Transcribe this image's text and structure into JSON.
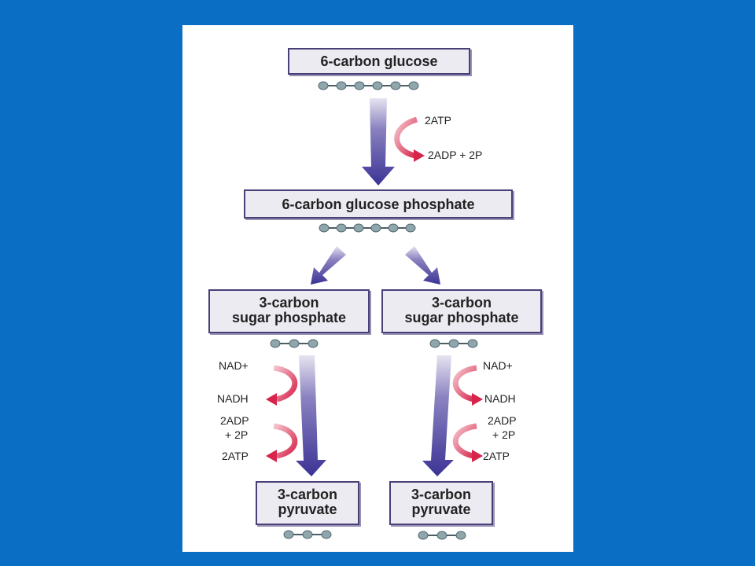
{
  "boxes": {
    "glucose": "6-carbon glucose",
    "glucose_phosphate": "6-carbon glucose phosphate",
    "sugar_phosphate_left": [
      "3-carbon",
      "sugar phosphate"
    ],
    "sugar_phosphate_right": [
      "3-carbon",
      "sugar phosphate"
    ],
    "pyruvate_left": [
      "3-carbon",
      "pyruvate"
    ],
    "pyruvate_right": [
      "3-carbon",
      "pyruvate"
    ]
  },
  "labels": {
    "atp_in": "2ATP",
    "adp_out": "2ADP + 2P",
    "left": {
      "nad_plus": "NAD+",
      "nadh": "NADH",
      "adp_line1": "2ADP",
      "adp_line2": "+ 2P",
      "atp": "2ATP"
    },
    "right": {
      "nad_plus": "NAD+",
      "nadh": "NADH",
      "adp_line1": "2ADP",
      "adp_line2": "+ 2P",
      "atp": "2ATP"
    }
  },
  "colors": {
    "background": "#0a6ec4",
    "arrow": "#3b3395",
    "red_arrow": "#d6244a",
    "bead": "#8fa6ad"
  }
}
